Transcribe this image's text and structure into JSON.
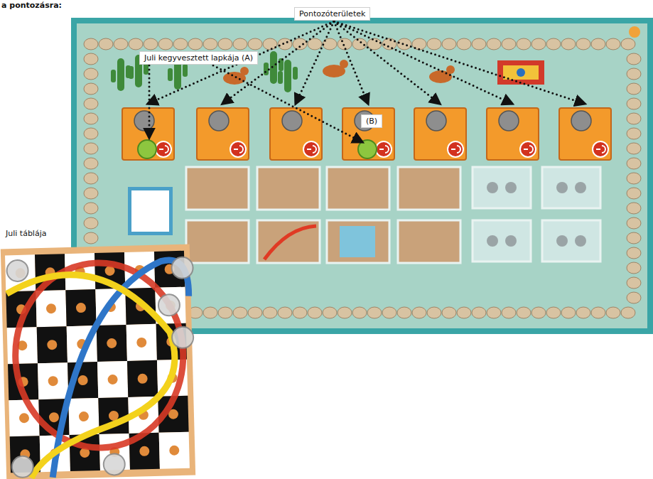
{
  "diagram": {
    "nodes": [
      {
        "text": [
          "Pontozóterületek"
        ]
      },
      {
        "text": [
          "Juli kegyvesztett lapkája (A)"
        ]
      },
      {
        "text": [
          "(B)"
        ]
      }
    ],
    "labels": [
      "a pontozásra:",
      "Juli táblája"
    ]
  }
}
